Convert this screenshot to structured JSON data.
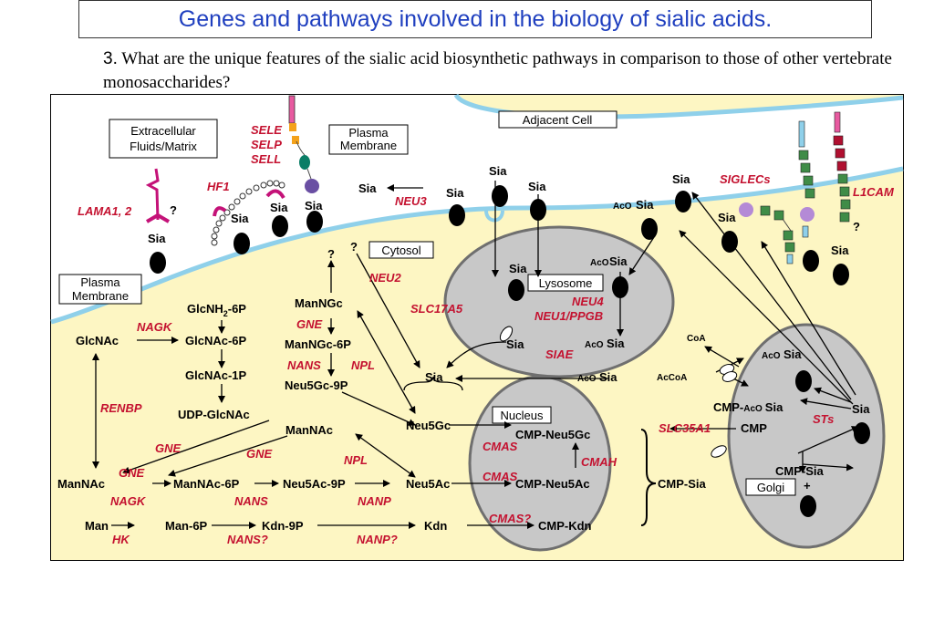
{
  "title": "Genes and pathways involved in the biology of sialic acids.",
  "question": {
    "number": "3.",
    "text": " What are the unique features of the sialic acid biosynthetic pathways in comparison to those of other vertebrate monosaccharides?"
  },
  "regions": {
    "extracellular": [
      "Extracellular",
      "Fluids/Matrix"
    ],
    "plasma_membrane_top": [
      "Plasma",
      "Membrane"
    ],
    "adjacent_cell": "Adjacent Cell",
    "plasma_membrane_left": [
      "Plasma",
      "Membrane"
    ],
    "cytosol": "Cytosol",
    "lysosome": "Lysosome",
    "nucleus": "Nucleus",
    "golgi": "Golgi"
  },
  "metabolites": {
    "sia": "Sia",
    "aco": "AcO",
    "unknown": "?",
    "glcnh2_main": "GlcNH",
    "glcnh2_sub": "2",
    "glcnh2_suffix": "-6P",
    "glcnac": "GlcNAc",
    "glcnac_6p": "GlcNAc-6P",
    "glcnac_1p": "GlcNAc-1P",
    "udp_glcnac": "UDP-GlcNAc",
    "manngc": "ManNGc",
    "manngc_6p": "ManNGc-6P",
    "neu5gc_9p": "Neu5Gc-9P",
    "neu5gc": "Neu5Gc",
    "mannac": "ManNAc",
    "mannac_6p": "ManNAc-6P",
    "neu5ac_9p": "Neu5Ac-9P",
    "neu5ac": "Neu5Ac",
    "man": "Man",
    "man_6p": "Man-6P",
    "kdn_9p": "Kdn-9P",
    "kdn": "Kdn",
    "cmp_neu5gc": "CMP-Neu5Gc",
    "cmp_neu5ac": "CMP-Neu5Ac",
    "cmp_kdn": "CMP-Kdn",
    "cmp_sia": "CMP-Sia",
    "cmp_aco_prefix": "CMP-",
    "cmp": "CMP",
    "coa": "CoA",
    "accoa": "AcCoA",
    "plus": "+"
  },
  "genes": {
    "sele": "SELE",
    "selp": "SELP",
    "sell": "SELL",
    "hf1": "HF1",
    "lama": "LAMA1, 2",
    "neu3": "NEU3",
    "neu2": "NEU2",
    "siglecs": "SIGLECs",
    "l1cam": "L1CAM",
    "slc17a5": "SLC17A5",
    "neu4": "NEU4",
    "neu1": "NEU1/PPGB",
    "siae": "SIAE",
    "nagk": "NAGK",
    "gne": "GNE",
    "nans": "NANS",
    "npl": "NPL",
    "renbp": "RENBP",
    "cmas": "CMAS",
    "cmah": "CMAH",
    "nanp": "NANP",
    "cmas_q": "CMAS?",
    "hk": "HK",
    "nans_q": "NANS?",
    "nanp_q": "NANP?",
    "slc35a1": "SLC35A1",
    "sts": "STs"
  },
  "colors": {
    "cell_fill": "#fdf6c3",
    "membrane": "#8fd0ea",
    "organelle_fill": "#c8c8c8",
    "organelle_stroke": "#6f6f6f",
    "gene": "#c41230",
    "glycan": "#000000"
  }
}
